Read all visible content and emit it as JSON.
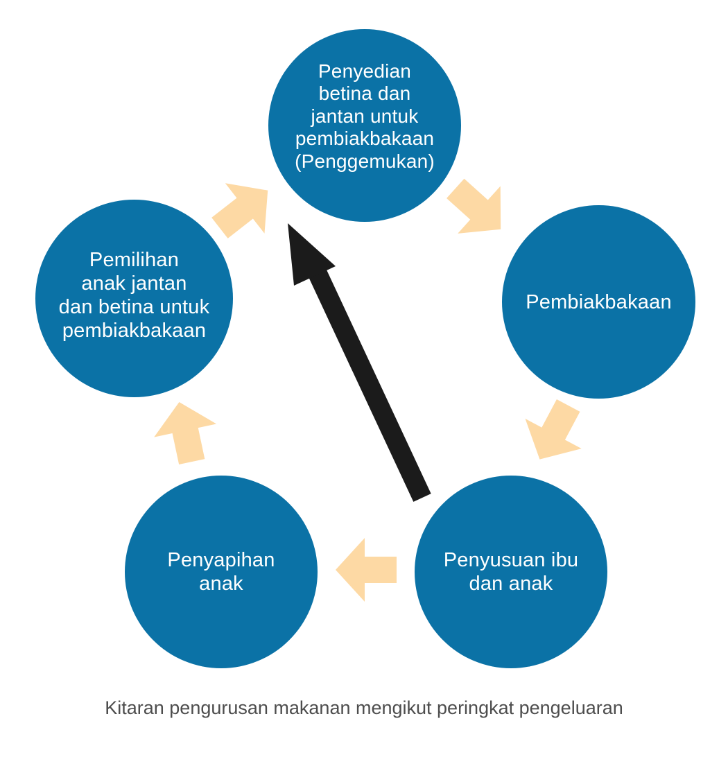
{
  "colors": {
    "node_fill": "#0b72a6",
    "node_text": "#ffffff",
    "cycle_arrow": "#fdd9a4",
    "main_arrow": "#1b1b1b",
    "caption_text": "#4d4d4d"
  },
  "nodes": [
    {
      "label": "Penyedian\nbetina dan\njantan untuk\npembiakbakaan\n(Penggemukan)"
    },
    {
      "label": "Pembiakbakaan"
    },
    {
      "label": "Penyusuan ibu\ndan anak"
    },
    {
      "label": "Penyapihan\nanak"
    },
    {
      "label": "Pemilihan\nanak jantan\ndan betina untuk\npembiakbakaan"
    }
  ],
  "cycle_arrows": [
    {
      "name": "arrow-node1-to-node2"
    },
    {
      "name": "arrow-node2-to-node3"
    },
    {
      "name": "arrow-node3-to-node4"
    },
    {
      "name": "arrow-node4-to-node5"
    },
    {
      "name": "arrow-node5-to-node1"
    }
  ],
  "caption": "Kitaran pengurusan makanan mengikut peringkat pengeluaran"
}
